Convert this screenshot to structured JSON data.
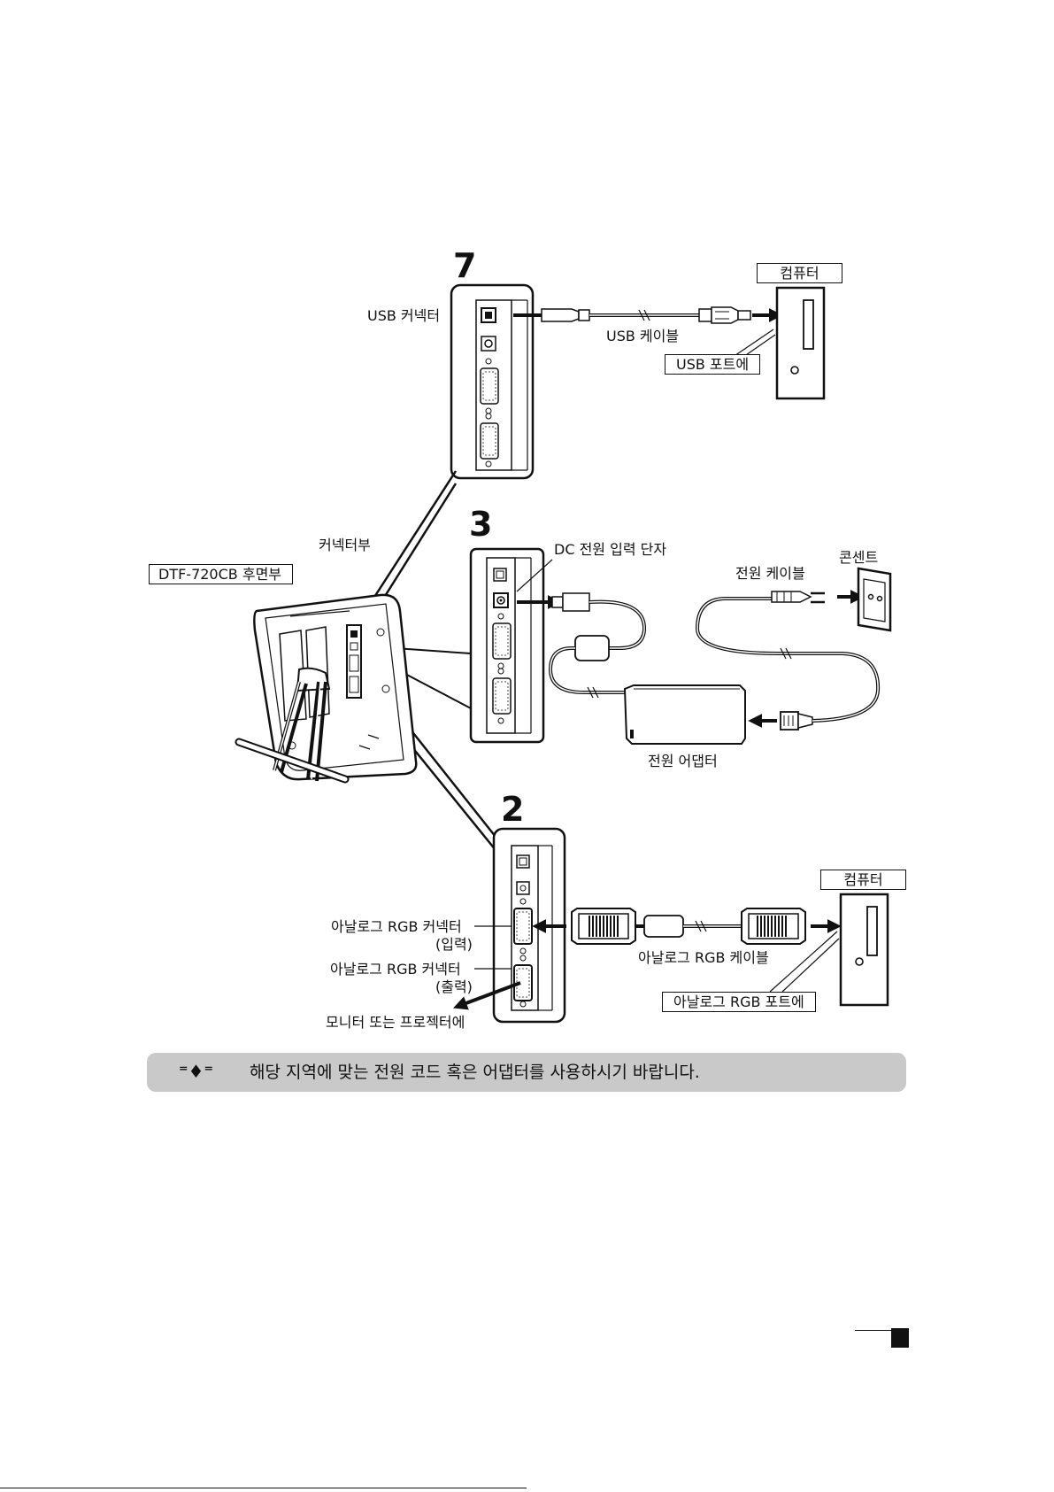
{
  "steps": {
    "usb": "7",
    "power": "3",
    "video": "2"
  },
  "labels": {
    "usb_connector": "USB 커넥터",
    "computer_top": "컴퓨터",
    "usb_cable": "USB 케이블",
    "usb_port": "USB 포트에",
    "connector_section": "커넥터부",
    "device_rear": "DTF-720CB 후면부",
    "dc_input": "DC 전원 입력 단자",
    "outlet": "콘센트",
    "power_cable": "전원 케이블",
    "power_adapter": "전원 어댑터",
    "computer_bottom": "컴퓨터",
    "rgb_in_line1": "아날로그 RGB 커넥터",
    "rgb_in_line2": "(입력)",
    "rgb_out_line1": "아날로그 RGB 커넥터",
    "rgb_out_line2": "(출력)",
    "rgb_cable": "아날로그 RGB 케이블",
    "rgb_port": "아날로그 RGB 포트에",
    "monitor_projector": "모니터 또는 프로젝터에"
  },
  "note": {
    "icon": "tip-lightbulb-icon",
    "text": "해당 지역에 맞는 전원 코드 혹은 어댑터를 사용하시기 바랍니다."
  }
}
